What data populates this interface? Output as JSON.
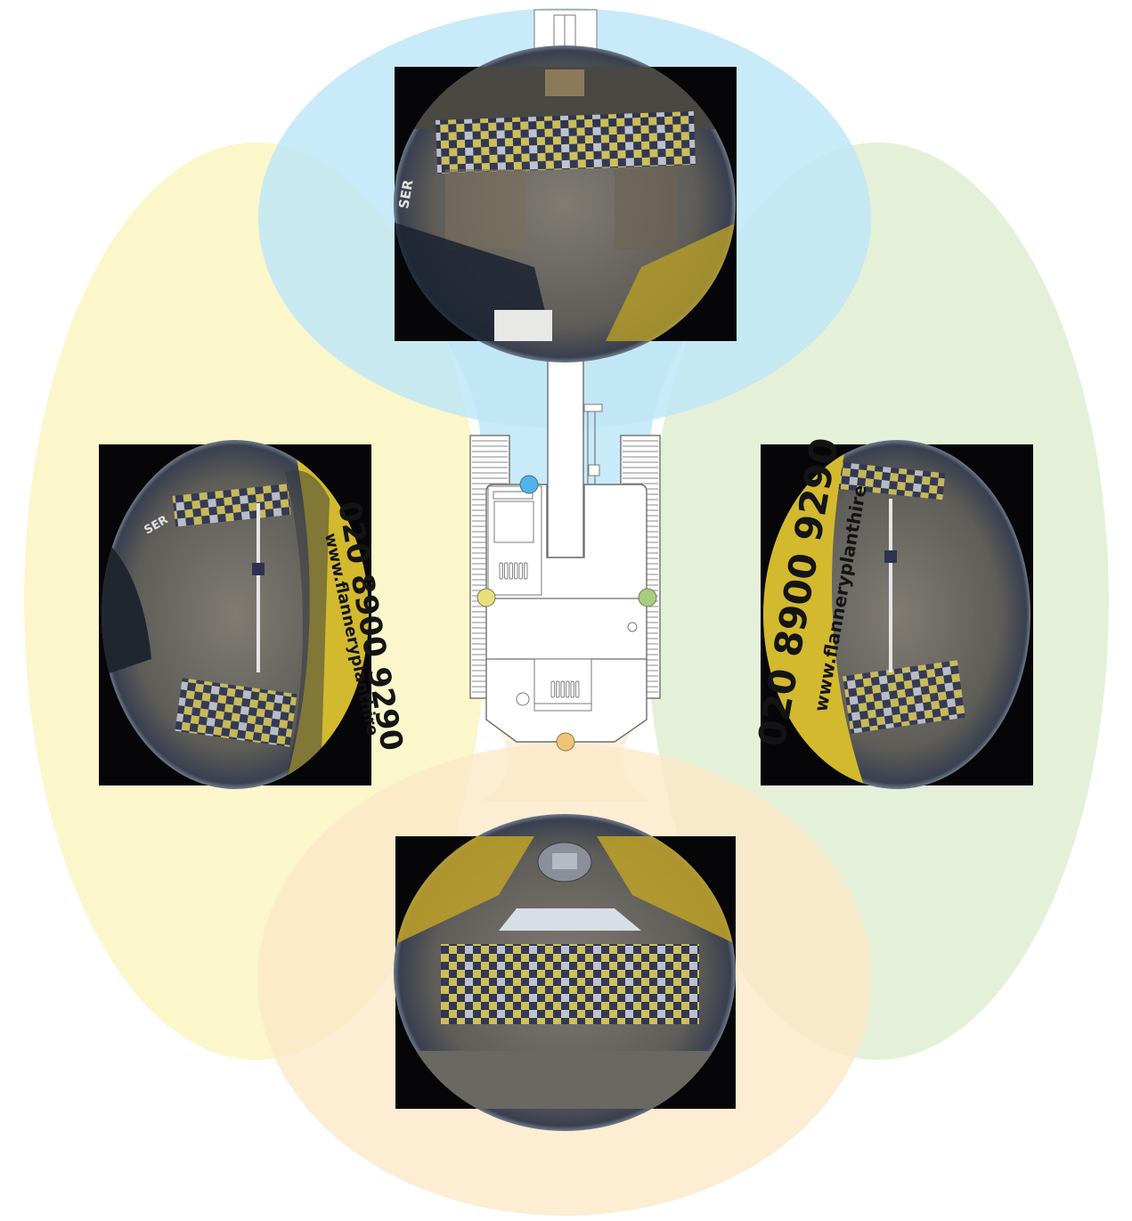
{
  "title": "",
  "colors": {
    "front_zone": "#bfe6f7",
    "left_zone": "#fbf5c2",
    "right_zone": "#e1edd1",
    "rear_zone": "#fbe8c8",
    "front_camera_dot": "#4fb5e8",
    "left_camera_dot": "#e7df7a",
    "right_camera_dot": "#a8cd7e",
    "rear_camera_dot": "#f1c37a",
    "machine_outline": "#6f6f6f",
    "ground": "#6e6c66",
    "checker_yellow": "#d8c95a",
    "checker_blue": "#2c3352",
    "checker_white": "#c7ccd6"
  },
  "vehicle": {
    "type": "tracked-excavator-top-view",
    "icons": [
      "front-attachment-icon",
      "boom-icon",
      "cab-icon",
      "engine-vent-icon",
      "counterweight-icon",
      "left-track-icon",
      "right-track-icon"
    ]
  },
  "cameras": [
    {
      "id": "front",
      "label": "",
      "print_text": "SER"
    },
    {
      "id": "left",
      "label": "",
      "print_text": "020 8900 9290",
      "print_text_2": "www.flanneryplanthire"
    },
    {
      "id": "right",
      "label": "",
      "print_text": "020 8900 9290",
      "print_text_2": "www.flanneryplanthire"
    },
    {
      "id": "rear",
      "label": "",
      "print_text": ""
    }
  ]
}
